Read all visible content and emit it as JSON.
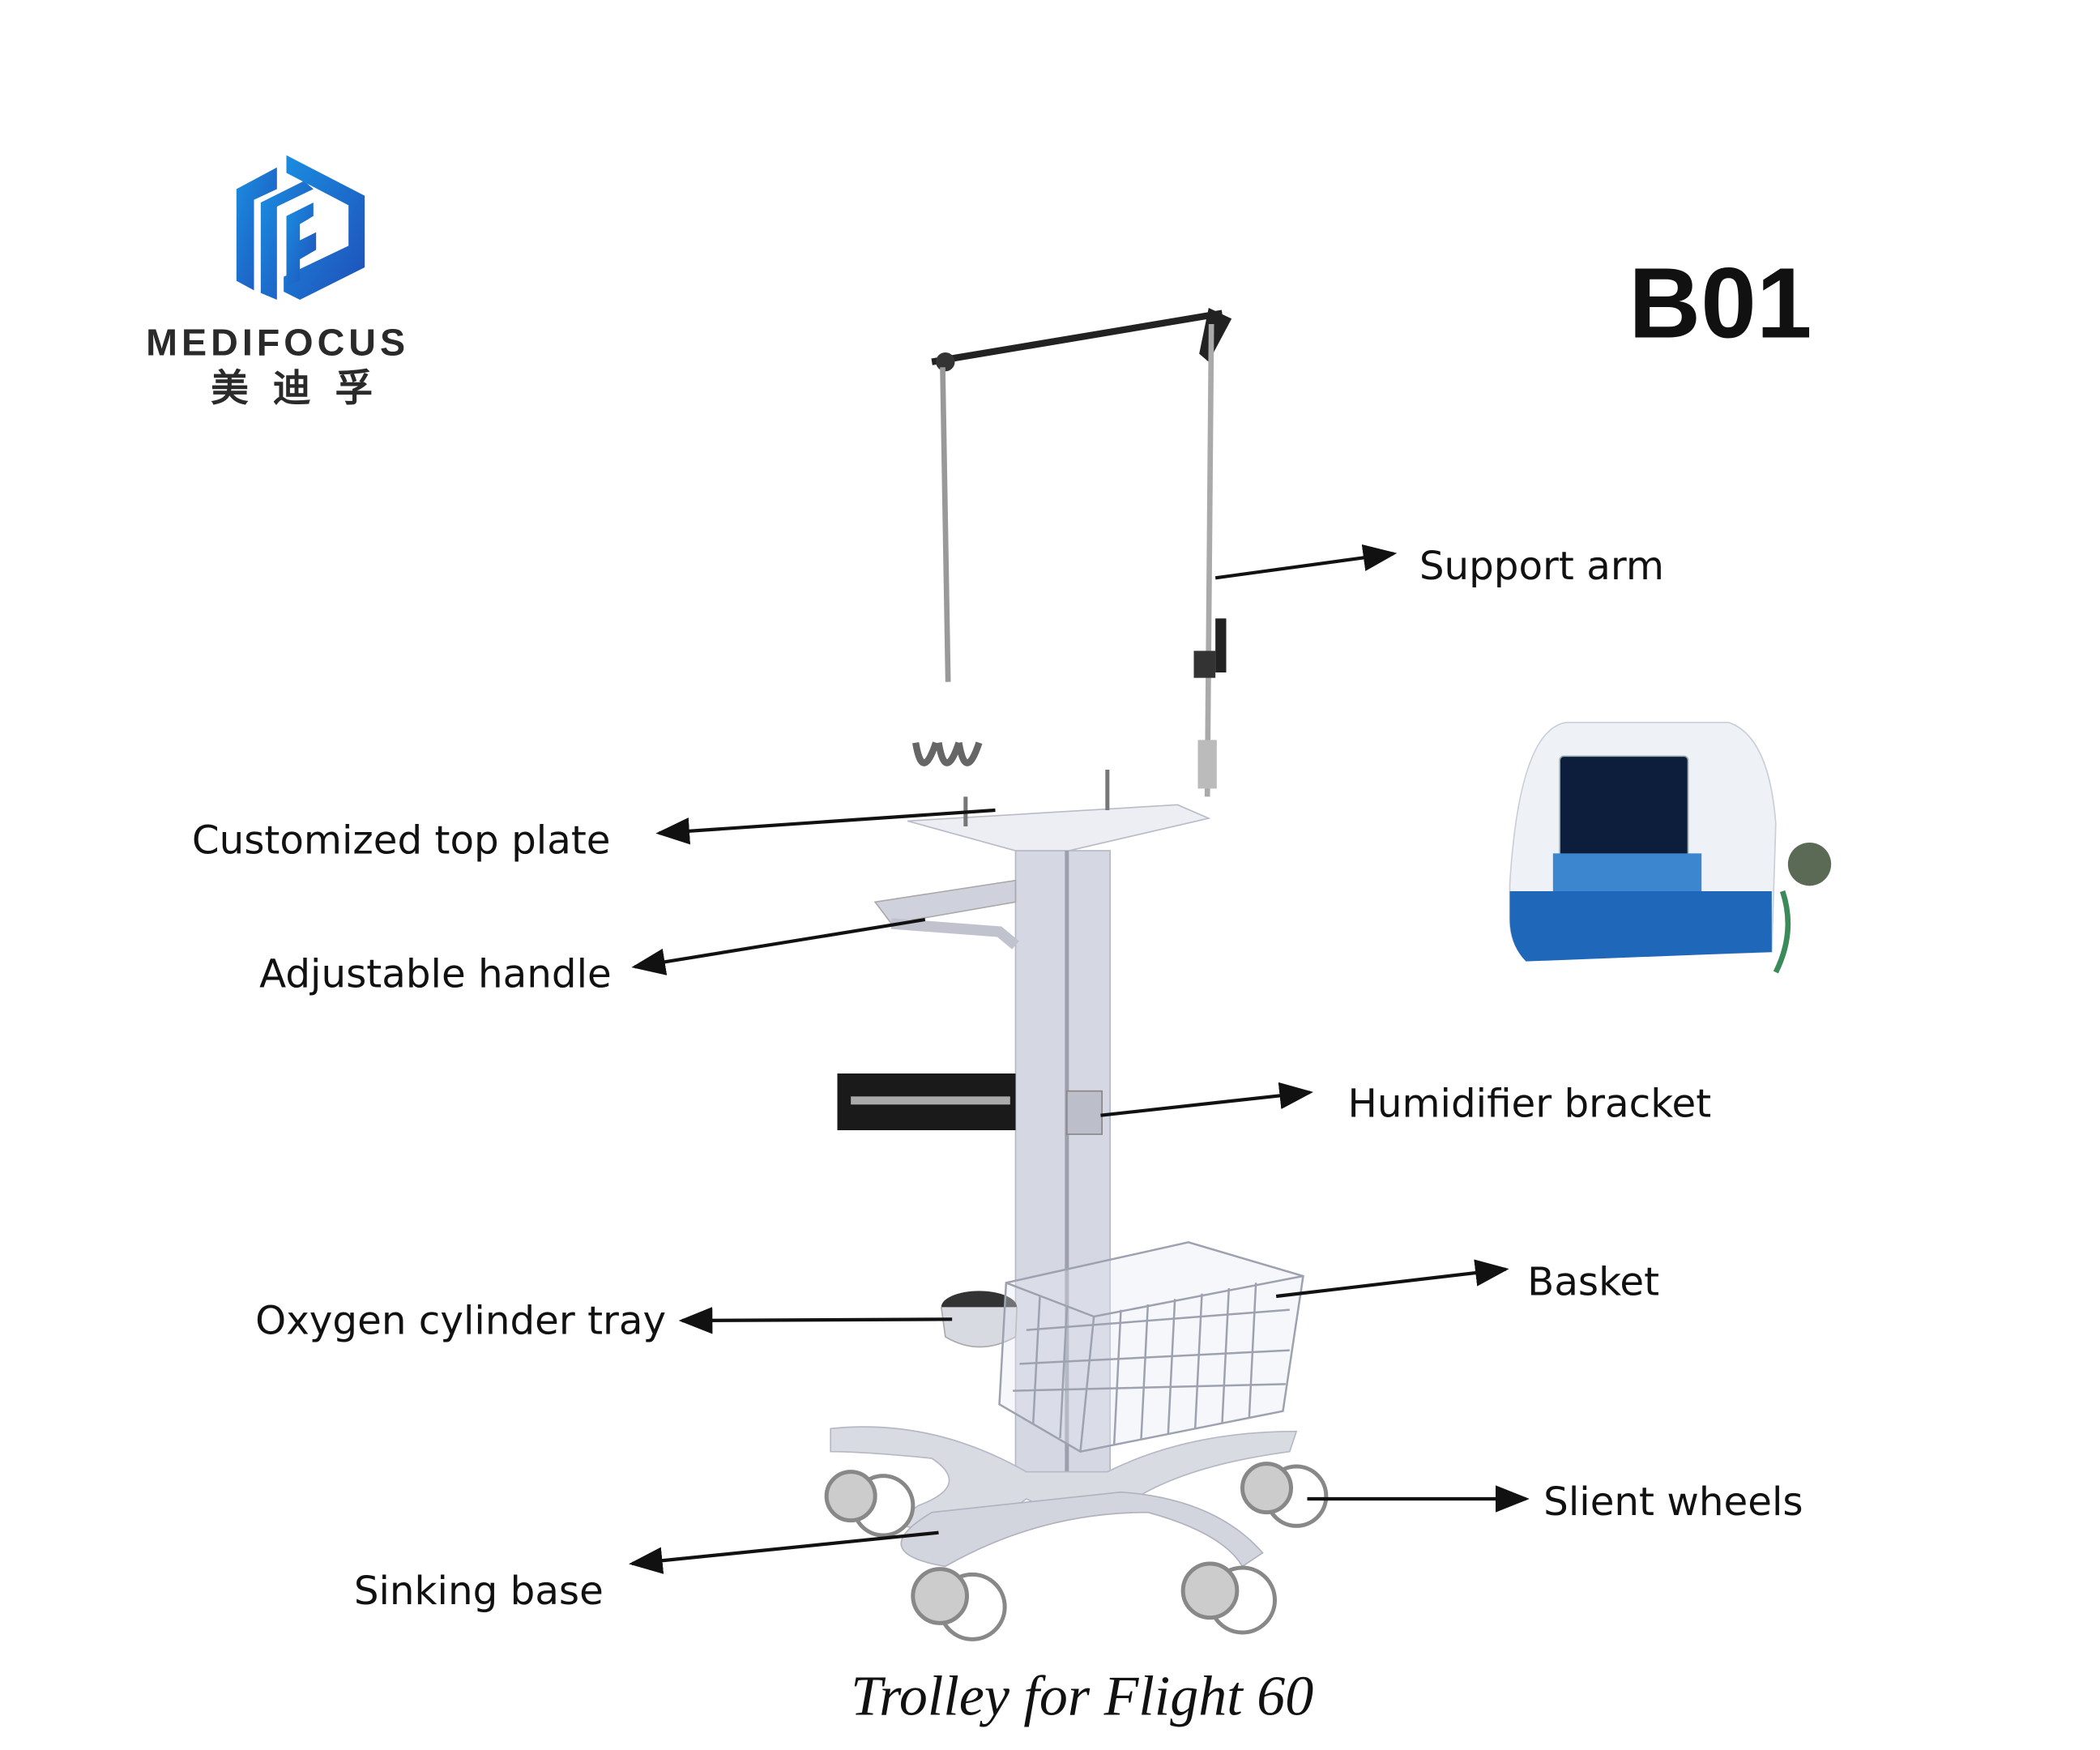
{
  "brand": {
    "name": "MEDIFOCUS",
    "name_cn": "美迪孚",
    "logo_color": "#1f6fd0"
  },
  "model": "B01",
  "caption": "Trolley for Flight 60",
  "callouts": [
    {
      "id": "support-arm",
      "label": "Support arm"
    },
    {
      "id": "customized-top-plate",
      "label": "Customized top plate"
    },
    {
      "id": "adjustable-handle",
      "label": "Adjustable handle"
    },
    {
      "id": "humidifier-bracket",
      "label": "Humidifier bracket"
    },
    {
      "id": "basket",
      "label": "Basket"
    },
    {
      "id": "oxygen-cylinder-tray",
      "label": "Oxygen cylinder tray"
    },
    {
      "id": "slient-wheels",
      "label": "Slient wheels"
    },
    {
      "id": "sinking-base",
      "label": "Sinking base"
    }
  ]
}
